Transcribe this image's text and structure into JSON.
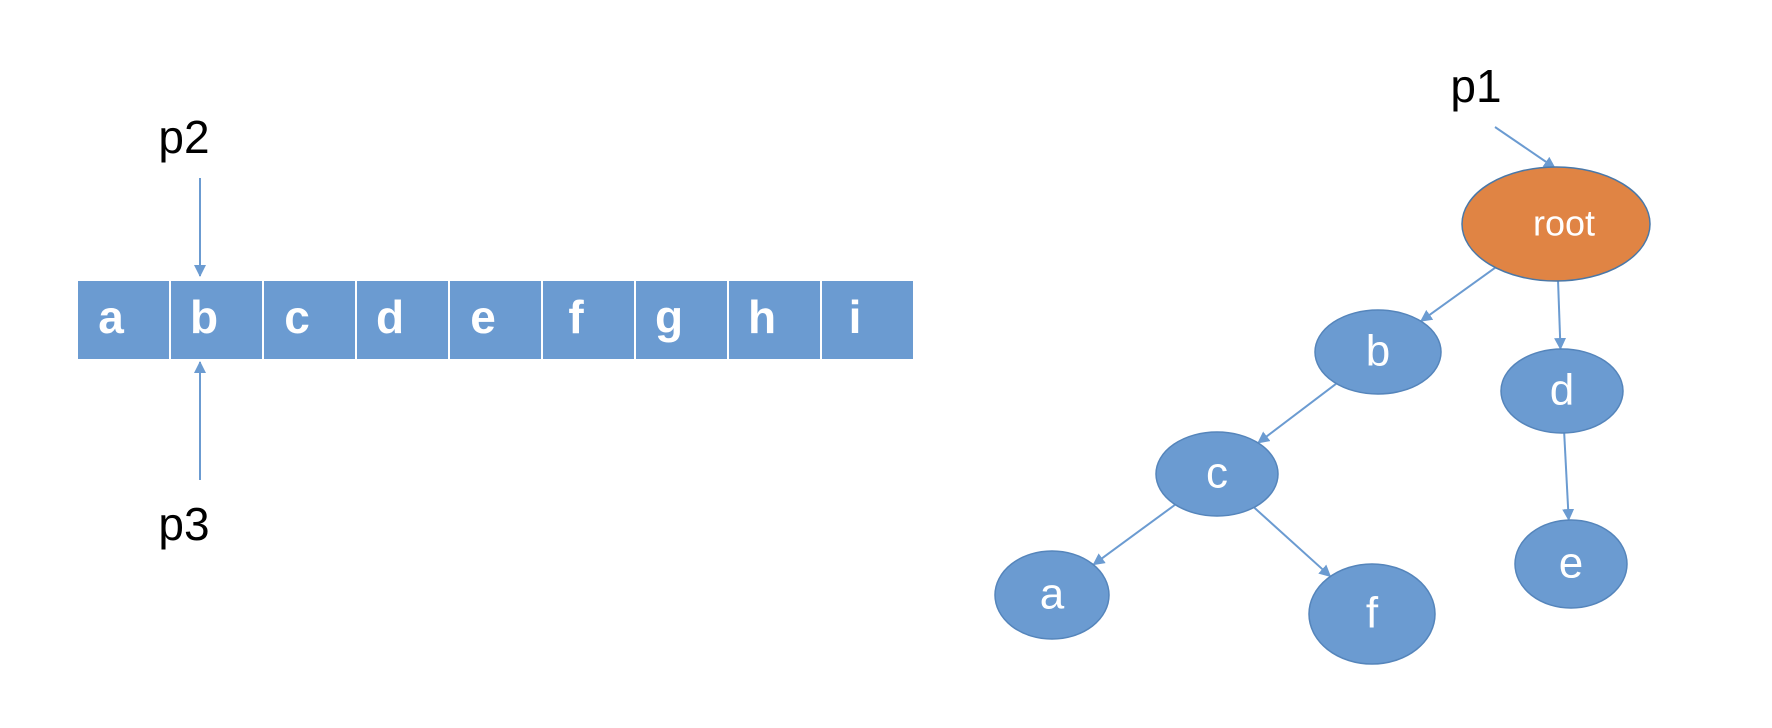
{
  "array": {
    "cells": [
      "a",
      "b",
      "c",
      "d",
      "e",
      "f",
      "g",
      "h",
      "i"
    ],
    "cell_color": "#6b9bd1"
  },
  "pointers": {
    "p1": "p1",
    "p2": "p2",
    "p3": "p3"
  },
  "tree": {
    "root": "root",
    "nodes": [
      "root",
      "b",
      "d",
      "c",
      "e",
      "a",
      "f"
    ],
    "edges": [
      [
        "root",
        "b"
      ],
      [
        "root",
        "d"
      ],
      [
        "b",
        "c"
      ],
      [
        "d",
        "e"
      ],
      [
        "c",
        "a"
      ],
      [
        "c",
        "f"
      ]
    ],
    "root_color": "#e08444",
    "node_color": "#6b9bd1",
    "edge_color": "#6b9bd1"
  }
}
